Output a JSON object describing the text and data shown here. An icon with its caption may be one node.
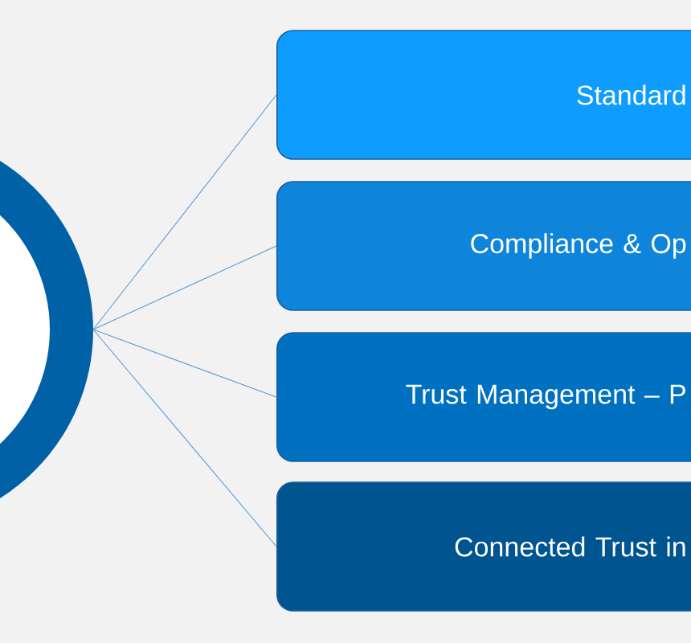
{
  "diagram": {
    "nodes": [
      {
        "text": [],
        "shape": "circle"
      },
      {
        "text": [
          "Standard"
        ]
      },
      {
        "text": [
          "Compliance & Op"
        ]
      },
      {
        "text": [
          "Trust Management – P"
        ]
      },
      {
        "text": [
          "Connected Trust in"
        ]
      }
    ],
    "edges": [
      {
        "from": 0,
        "to": 1,
        "arrow": "none"
      },
      {
        "from": 0,
        "to": 2,
        "arrow": "none"
      },
      {
        "from": 0,
        "to": 3,
        "arrow": "none"
      },
      {
        "from": 0,
        "to": 4,
        "arrow": "none"
      }
    ]
  }
}
